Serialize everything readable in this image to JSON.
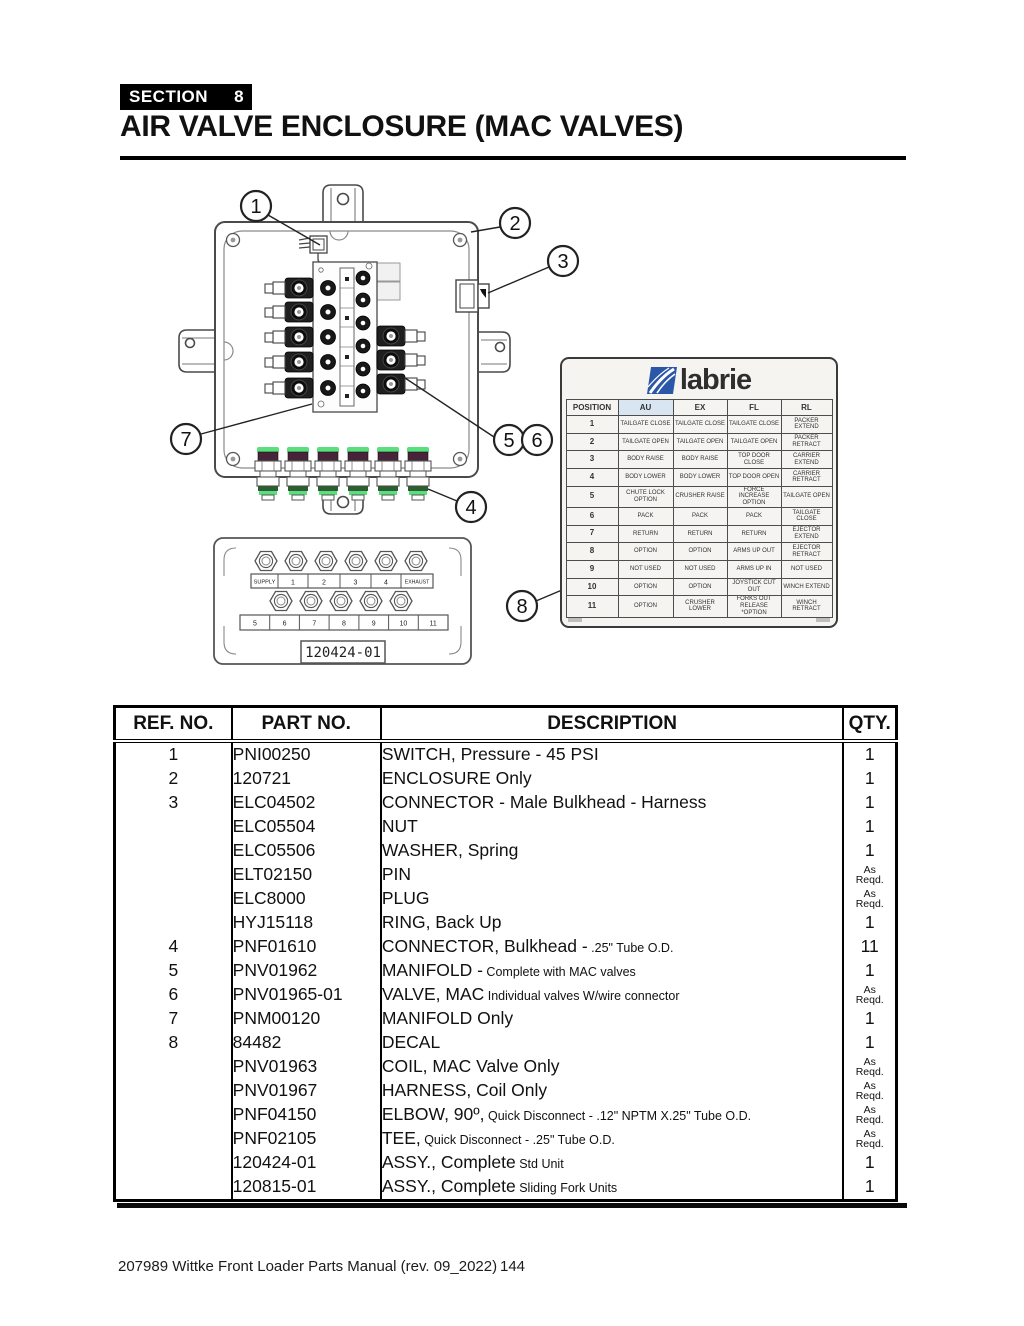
{
  "page": {
    "section_label": "SECTION",
    "section_number": "8",
    "title": "AIR VALVE ENCLOSURE (MAC VALVES)",
    "footer_left": "207989 Wittke Front Loader Parts Manual (rev. 09_2022)",
    "footer_page": "144"
  },
  "diagram": {
    "callouts": [
      "1",
      "2",
      "3",
      "4",
      "5",
      "6",
      "7",
      "8"
    ],
    "panel": {
      "part_label": "120424-01",
      "row1_labels": [
        "SUPPLY",
        "1",
        "2",
        "3",
        "4",
        "EXHAUST"
      ],
      "row2_labels": [
        "5",
        "6",
        "7",
        "8",
        "9",
        "10",
        "11"
      ]
    },
    "decal": {
      "brand": "labrie",
      "headers": [
        "POSITION",
        "AU",
        "EX",
        "FL",
        "RL"
      ],
      "rows": [
        [
          "1",
          "TAILGATE CLOSE",
          "TAILGATE CLOSE",
          "TAILGATE CLOSE",
          "PACKER EXTEND"
        ],
        [
          "2",
          "TAILGATE OPEN",
          "TAILGATE OPEN",
          "TAILGATE OPEN",
          "PACKER RETRACT"
        ],
        [
          "3",
          "BODY RAISE",
          "BODY RAISE",
          "TOP DOOR CLOSE",
          "CARRIER EXTEND"
        ],
        [
          "4",
          "BODY LOWER",
          "BODY LOWER",
          "TOP DOOR OPEN",
          "CARRIER RETRACT"
        ],
        [
          "5",
          "CHUTE LOCK OPTION",
          "CRUSHER RAISE",
          "FORCE INCREASE OPTION",
          "TAILGATE OPEN"
        ],
        [
          "6",
          "PACK",
          "PACK",
          "PACK",
          "TAILGATE CLOSE"
        ],
        [
          "7",
          "RETURN",
          "RETURN",
          "RETURN",
          "EJECTOR EXTEND"
        ],
        [
          "8",
          "OPTION",
          "OPTION",
          "ARMS UP OUT",
          "EJECTOR RETRACT"
        ],
        [
          "9",
          "NOT USED",
          "NOT USED",
          "ARMS UP IN",
          "NOT USED"
        ],
        [
          "10",
          "OPTION",
          "OPTION",
          "JOYSTICK CUT OUT",
          "WINCH EXTEND"
        ],
        [
          "11",
          "OPTION",
          "CRUSHER LOWER",
          "FORKS OUT RELEASE *OPTION",
          "WINCH RETRACT"
        ]
      ]
    }
  },
  "parts_table": {
    "headers": [
      "REF. NO.",
      "PART NO.",
      "DESCRIPTION",
      "QTY."
    ],
    "rows": [
      {
        "ref": "1",
        "part": "PNI00250",
        "desc": "SWITCH, Pressure - 45 PSI",
        "detail": "",
        "qty": "1"
      },
      {
        "ref": "2",
        "part": "120721",
        "desc": "ENCLOSURE Only",
        "detail": "",
        "qty": "1"
      },
      {
        "ref": "3",
        "part": "ELC04502",
        "desc": "CONNECTOR - Male Bulkhead - Harness",
        "detail": "",
        "qty": "1"
      },
      {
        "ref": "",
        "part": "ELC05504",
        "desc": "NUT",
        "detail": "",
        "qty": "1"
      },
      {
        "ref": "",
        "part": "ELC05506",
        "desc": "WASHER, Spring",
        "detail": "",
        "qty": "1"
      },
      {
        "ref": "",
        "part": "ELT02150",
        "desc": "PIN",
        "detail": "",
        "qty": "As Reqd."
      },
      {
        "ref": "",
        "part": "ELC8000",
        "desc": "PLUG",
        "detail": "",
        "qty": "As Reqd."
      },
      {
        "ref": "",
        "part": "HYJ15118",
        "desc": "RING, Back Up",
        "detail": "",
        "qty": "1"
      },
      {
        "ref": "4",
        "part": "PNF01610",
        "desc": "CONNECTOR, Bulkhead -",
        "detail": ".25\" Tube O.D.",
        "qty": "11"
      },
      {
        "ref": "5",
        "part": "PNV01962",
        "desc": "MANIFOLD -",
        "detail": "Complete with MAC valves",
        "qty": "1"
      },
      {
        "ref": "6",
        "part": "PNV01965-01",
        "desc": "VALVE, MAC",
        "detail": "Individual valves W/wire connector",
        "qty": "As Reqd."
      },
      {
        "ref": "7",
        "part": "PNM00120",
        "desc": "MANIFOLD Only",
        "detail": "",
        "qty": "1"
      },
      {
        "ref": "8",
        "part": "84482",
        "desc": "DECAL",
        "detail": "",
        "qty": "1"
      },
      {
        "ref": "",
        "part": "PNV01963",
        "desc": "COIL, MAC Valve Only",
        "detail": "",
        "qty": "As Reqd."
      },
      {
        "ref": "",
        "part": "PNV01967",
        "desc": "HARNESS, Coil Only",
        "detail": "",
        "qty": "As Reqd."
      },
      {
        "ref": "",
        "part": "PNF04150",
        "desc": "ELBOW, 90º,",
        "detail": "Quick Disconnect - .12\" NPTM X.25\" Tube O.D.",
        "qty": "As Reqd."
      },
      {
        "ref": "",
        "part": "PNF02105",
        "desc": "TEE,",
        "detail": "Quick Disconnect - .25\" Tube O.D.",
        "qty": "As Reqd."
      },
      {
        "ref": "",
        "part": "120424-01",
        "desc": "ASSY., Complete",
        "detail": "Std Unit",
        "qty": "1"
      },
      {
        "ref": "",
        "part": "120815-01",
        "desc": "ASSY., Complete",
        "detail": "Sliding Fork Units",
        "qty": "1"
      }
    ]
  },
  "colors": {
    "accent_green": "#57e07c",
    "fitting_dark": "#46243a",
    "logo_blue": "#2a57a8"
  }
}
